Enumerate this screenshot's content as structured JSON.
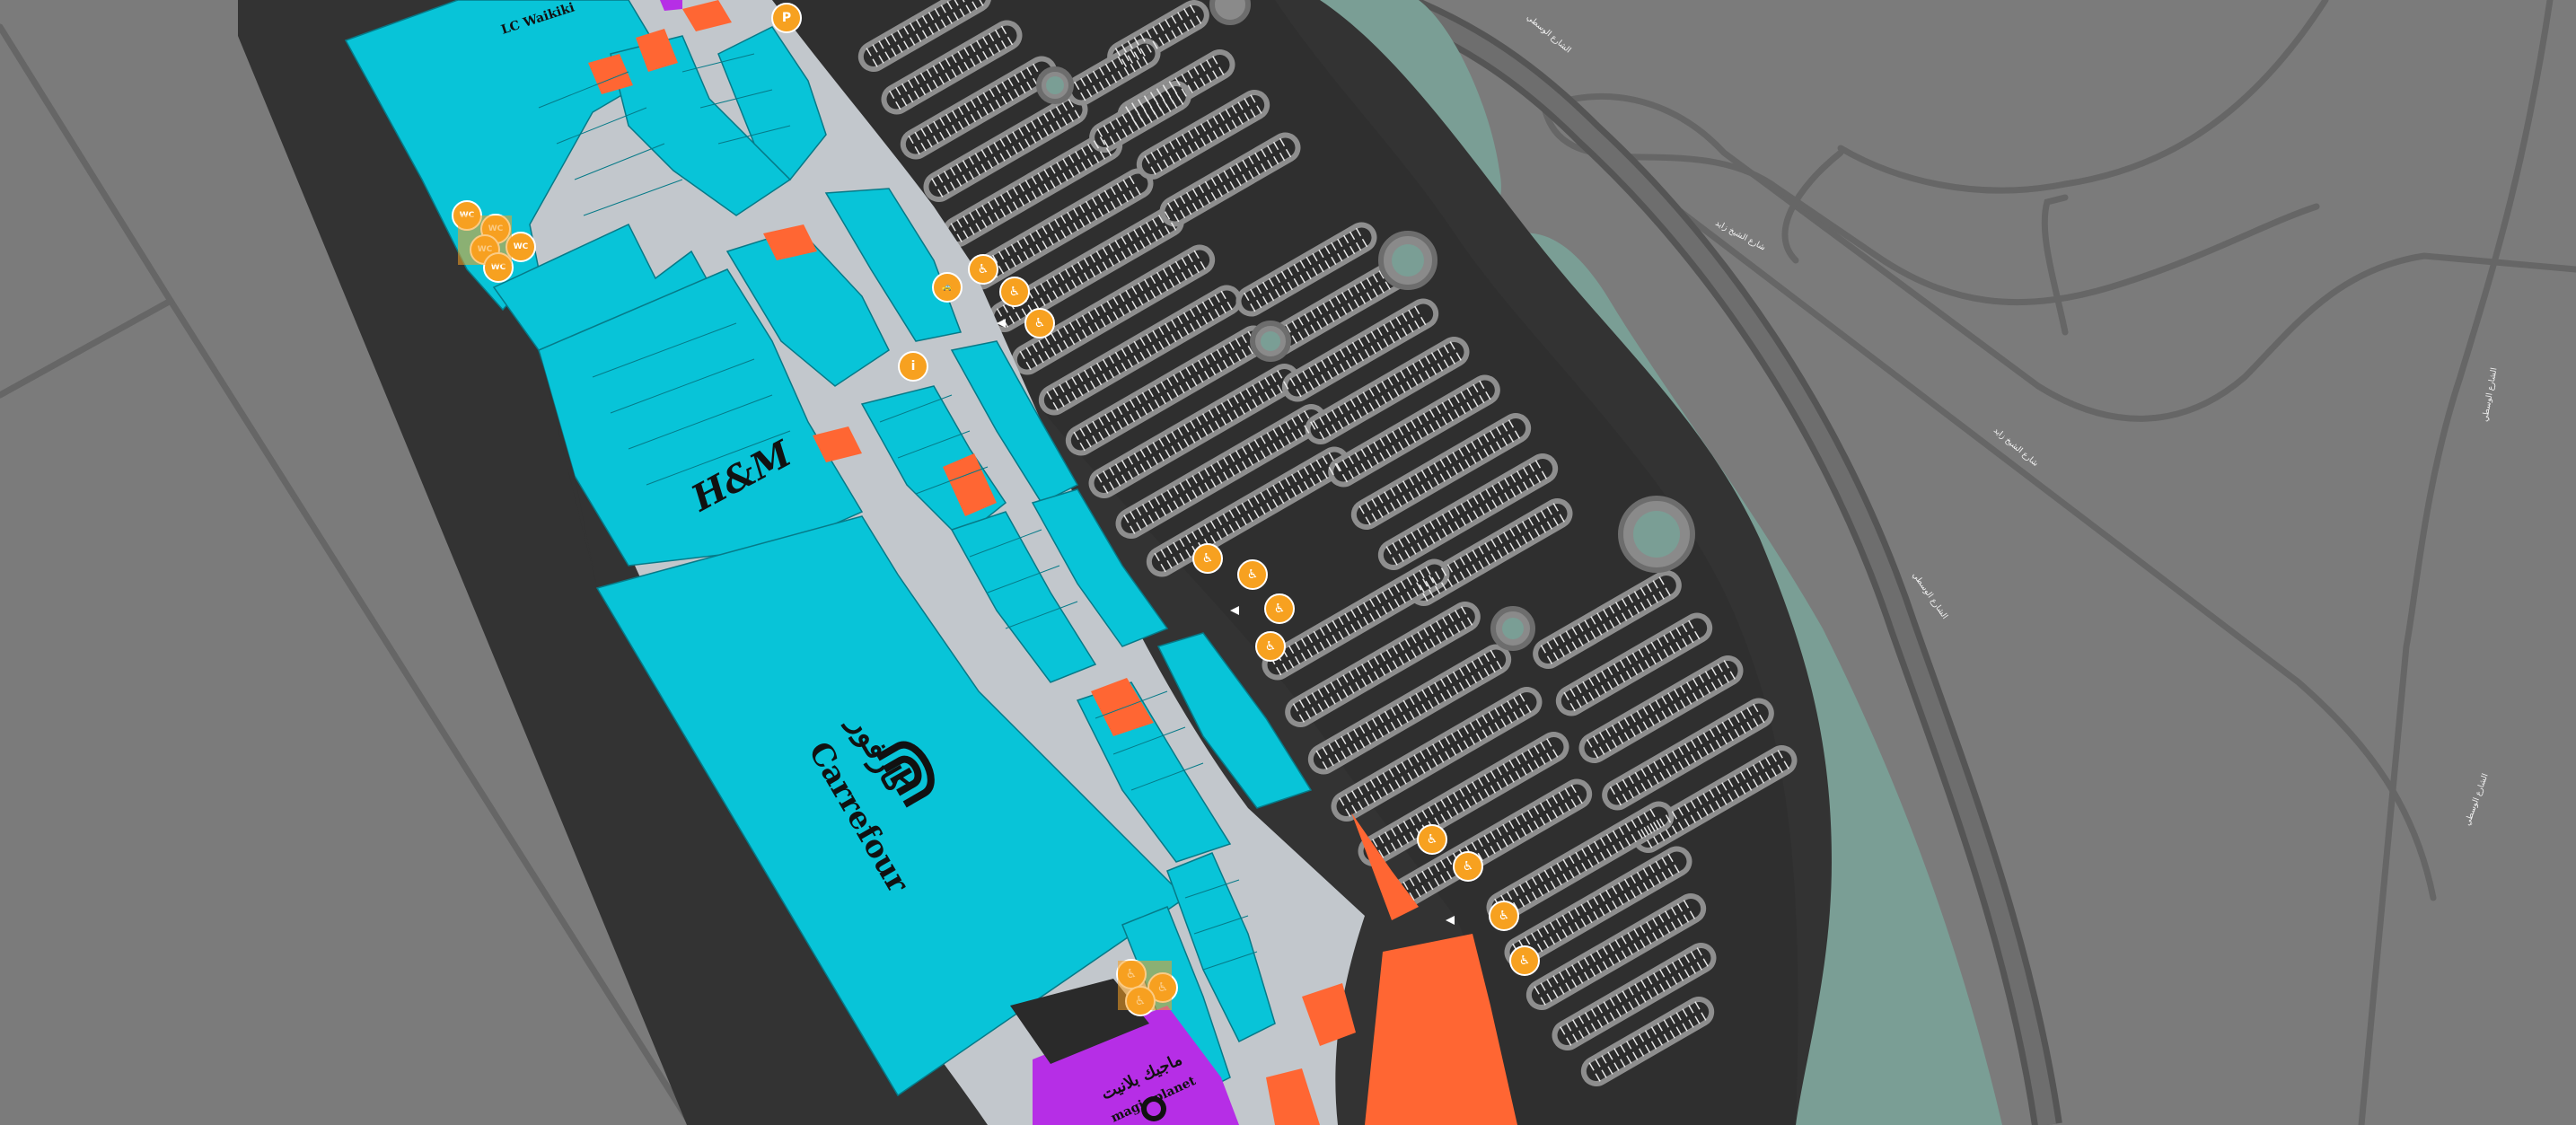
{
  "map": {
    "colors": {
      "background": "#7b7b7b",
      "road": "#666666",
      "parking_lot": "#333333",
      "parking_stall": "#e8e8e8",
      "mall_base": "#333333",
      "corridor": "#c2c7cc",
      "store": "#08c4d8",
      "store_highlight": "#ff6633",
      "entertainment": "#b62ee6",
      "water": "#7a9e95",
      "poi": "#f7a120"
    },
    "brands": {
      "lc_waikiki": "LC Waikiki",
      "hm": "H&M",
      "carrefour_latin": "Carrefour",
      "carrefour_arabic": "كارفور",
      "magic_planet_arabic": "ماجيك بلانيت",
      "magic_planet_latin": "magic planet"
    },
    "poi_icons": [
      {
        "name": "parking-pay-icon",
        "glyph": "P"
      },
      {
        "name": "accessible-parking-icon",
        "glyph": "♿"
      },
      {
        "name": "taxi-icon",
        "glyph": "🚕"
      },
      {
        "name": "information-icon",
        "glyph": "i"
      },
      {
        "name": "restroom-icon",
        "glyph": "WC"
      }
    ],
    "road_labels": [
      "شارع الشيخ زايد",
      "شارع الشيخ زايد",
      "الشارع الوسطي",
      "الشارع الوسطي"
    ]
  }
}
